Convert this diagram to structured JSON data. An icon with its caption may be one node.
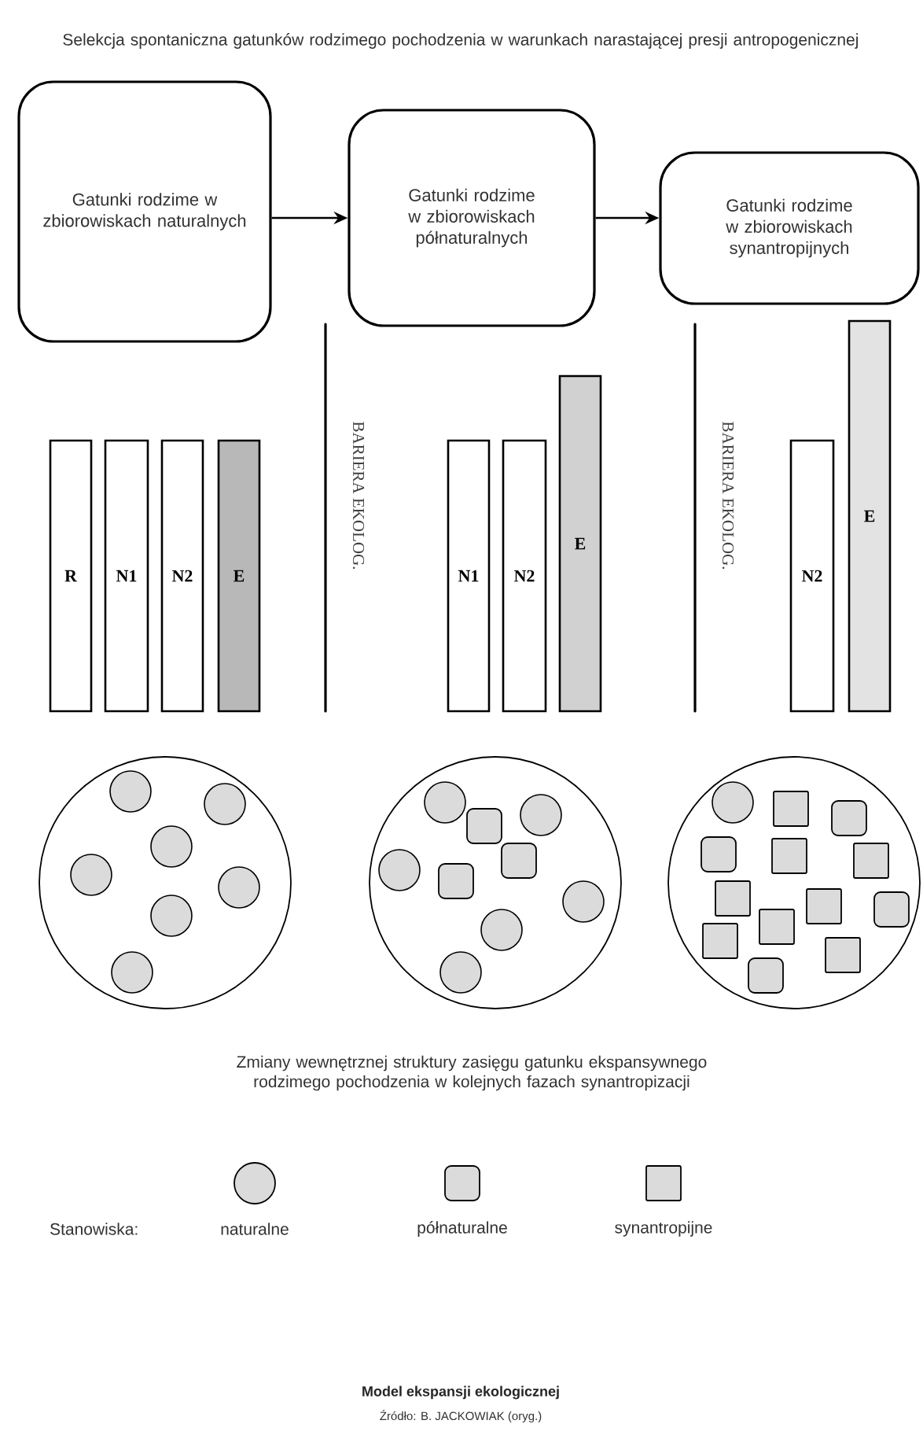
{
  "diagram": {
    "title": "Selekcja spontaniczna gatunków rodzimego pochodzenia w warunkach narastającej presji antropogenicznej",
    "caption": "Model ekspansji ekologicznej",
    "nodes": [
      {
        "text": [
          "Gatunki rodzime w zbiorowiskach naturalnych"
        ]
      },
      {
        "text": [
          "Gatunki rodzime w zbiorowiskach półnaturalnych"
        ]
      },
      {
        "text": [
          "Gatunki rodzime w zbiorowiskach synantropijnych"
        ]
      },
      {
        "text": [
          "R"
        ]
      },
      {
        "text": [
          "N1"
        ]
      },
      {
        "text": [
          "N2"
        ]
      },
      {
        "text": [
          "E"
        ]
      },
      {
        "text": [
          "N1"
        ]
      },
      {
        "text": [
          "N2"
        ]
      },
      {
        "text": [
          "E"
        ]
      },
      {
        "text": [
          "N2"
        ]
      },
      {
        "text": [
          "E"
        ]
      }
    ],
    "edges": [
      {
        "from": 0,
        "to": 1,
        "arrow": "to"
      },
      {
        "from": 1,
        "to": 2,
        "arrow": "to"
      }
    ],
    "labels": [
      "BARIERA EKOLOG.",
      "BARIERA EKOLOG.",
      "Zmiany wewnętrznej struktury zasięgu gatunku ekspansywnego rodzimego pochodzenia w kolejnych fazach synantropizacji",
      "Stanowiska:",
      "Źródło: B. JACKOWIAK (oryg.)"
    ],
    "legend": [
      {
        "text": "naturalne"
      },
      {
        "text": "półnaturalne"
      },
      {
        "text": "synantropijne"
      }
    ]
  }
}
